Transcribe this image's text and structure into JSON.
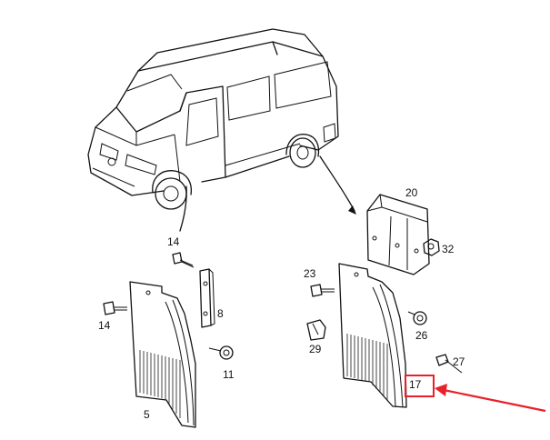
{
  "callouts": [
    {
      "id": "14",
      "label": "14"
    },
    {
      "id": "14b",
      "label": "14"
    },
    {
      "id": "8",
      "label": "8"
    },
    {
      "id": "11",
      "label": "11"
    },
    {
      "id": "5",
      "label": "5"
    },
    {
      "id": "20",
      "label": "20"
    },
    {
      "id": "32",
      "label": "32"
    },
    {
      "id": "23",
      "label": "23"
    },
    {
      "id": "29",
      "label": "29"
    },
    {
      "id": "26",
      "label": "26"
    },
    {
      "id": "27",
      "label": "27"
    },
    {
      "id": "17",
      "label": "17"
    }
  ],
  "highlight": {
    "target": "17",
    "color": "#e8202a"
  }
}
